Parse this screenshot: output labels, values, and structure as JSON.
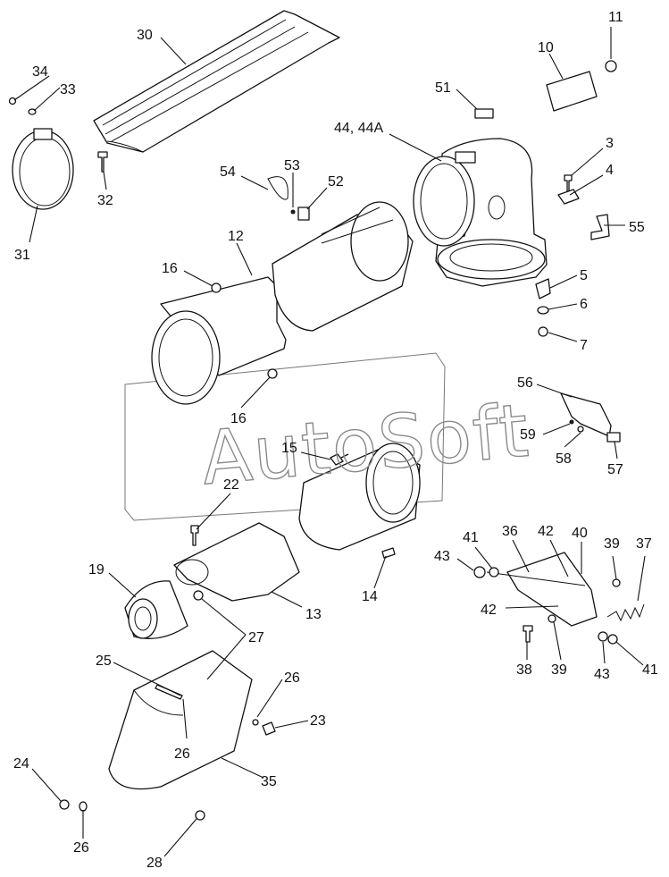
{
  "watermark": "AutoSoft",
  "callouts": [
    "34",
    "33",
    "30",
    "11",
    "10",
    "51",
    "44, 44A",
    "3",
    "4",
    "55",
    "32",
    "31",
    "54",
    "53",
    "52",
    "12",
    "16",
    "5",
    "6",
    "7",
    "56",
    "59",
    "58",
    "57",
    "16",
    "15",
    "22",
    "19",
    "13",
    "14",
    "27",
    "41",
    "36",
    "42",
    "40",
    "39",
    "37",
    "43",
    "42",
    "38",
    "39",
    "43",
    "41",
    "25",
    "26",
    "23",
    "26",
    "35",
    "24",
    "26",
    "28"
  ]
}
